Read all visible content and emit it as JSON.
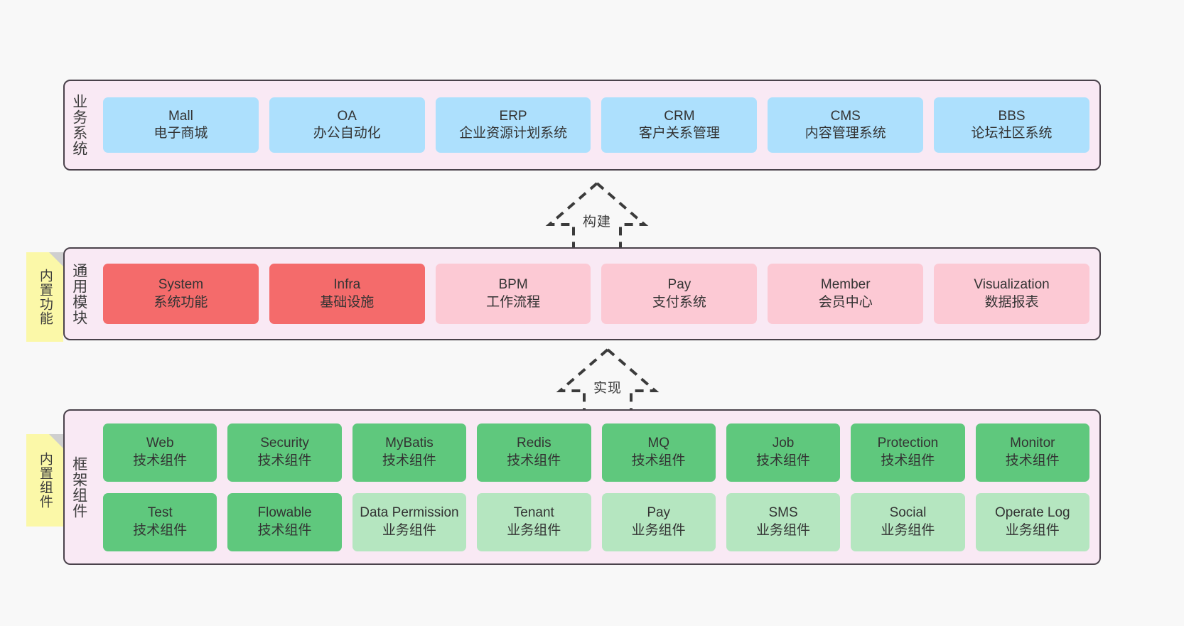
{
  "diagram": {
    "background_color": "#f8f8f8",
    "layer_bg_color": "#f9e9f4",
    "layer_border_color": "#4a424b",
    "note_color": "#fbf8a8"
  },
  "notes": [
    {
      "name": "builtin-functions",
      "text": "内置功能"
    },
    {
      "name": "builtin-components",
      "text": "内置组件"
    }
  ],
  "connectors": [
    {
      "name": "build",
      "label": "构建",
      "style": "dashed-hollow-triangle-up"
    },
    {
      "name": "implement",
      "label": "实现",
      "style": "dashed-hollow-triangle-up"
    }
  ],
  "layers": {
    "business": {
      "title": "业务系统",
      "color": "#ade0fd",
      "cards": [
        {
          "title": "Mall",
          "subtitle": "电子商城"
        },
        {
          "title": "OA",
          "subtitle": "办公自动化"
        },
        {
          "title": "ERP",
          "subtitle": "企业资源计划系统"
        },
        {
          "title": "CRM",
          "subtitle": "客户关系管理"
        },
        {
          "title": "CMS",
          "subtitle": "内容管理系统"
        },
        {
          "title": "BBS",
          "subtitle": "论坛社区系统"
        }
      ]
    },
    "modules": {
      "title": "通用模块",
      "colors": {
        "primary": "#f46b6b",
        "secondary": "#fcc9d4"
      },
      "cards": [
        {
          "title": "System",
          "subtitle": "系统功能",
          "variant": "red"
        },
        {
          "title": "Infra",
          "subtitle": "基础设施",
          "variant": "red"
        },
        {
          "title": "BPM",
          "subtitle": "工作流程",
          "variant": "pink"
        },
        {
          "title": "Pay",
          "subtitle": "支付系统",
          "variant": "pink"
        },
        {
          "title": "Member",
          "subtitle": "会员中心",
          "variant": "pink"
        },
        {
          "title": "Visualization",
          "subtitle": "数据报表",
          "variant": "pink"
        }
      ]
    },
    "framework": {
      "title": "框架组件",
      "colors": {
        "tech": "#5fc87d",
        "biz": "#b5e6c0"
      },
      "row1": [
        {
          "title": "Web",
          "subtitle": "技术组件",
          "variant": "green"
        },
        {
          "title": "Security",
          "subtitle": "技术组件",
          "variant": "green"
        },
        {
          "title": "MyBatis",
          "subtitle": "技术组件",
          "variant": "green"
        },
        {
          "title": "Redis",
          "subtitle": "技术组件",
          "variant": "green"
        },
        {
          "title": "MQ",
          "subtitle": "技术组件",
          "variant": "green"
        },
        {
          "title": "Job",
          "subtitle": "技术组件",
          "variant": "green"
        },
        {
          "title": "Protection",
          "subtitle": "技术组件",
          "variant": "green"
        },
        {
          "title": "Monitor",
          "subtitle": "技术组件",
          "variant": "green"
        }
      ],
      "row2": [
        {
          "title": "Test",
          "subtitle": "技术组件",
          "variant": "green"
        },
        {
          "title": "Flowable",
          "subtitle": "技术组件",
          "variant": "green"
        },
        {
          "title": "Data Permission",
          "subtitle": "业务组件",
          "variant": "lightgreen"
        },
        {
          "title": "Tenant",
          "subtitle": "业务组件",
          "variant": "lightgreen"
        },
        {
          "title": "Pay",
          "subtitle": "业务组件",
          "variant": "lightgreen"
        },
        {
          "title": "SMS",
          "subtitle": "业务组件",
          "variant": "lightgreen"
        },
        {
          "title": "Social",
          "subtitle": "业务组件",
          "variant": "lightgreen"
        },
        {
          "title": "Operate Log",
          "subtitle": "业务组件",
          "variant": "lightgreen"
        }
      ]
    }
  }
}
